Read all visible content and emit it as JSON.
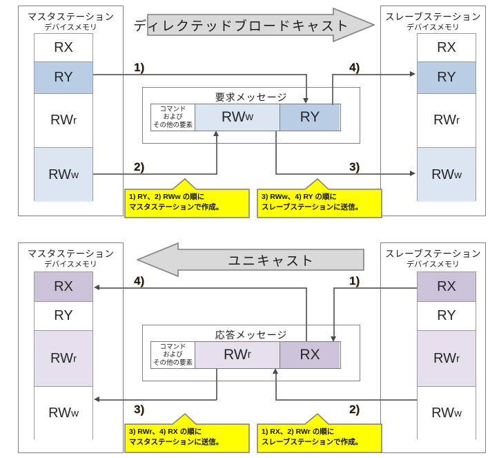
{
  "diagrams": [
    {
      "id": "directed-broadcast",
      "banner": {
        "label": "ディレクテッドブロードキャスト",
        "direction": "right",
        "fill": "#d9d9d9",
        "stroke": "#7f7f7f"
      },
      "master": {
        "title": "マスタステーション",
        "subtitle": "デバイスメモリ",
        "cells": [
          {
            "label": "RX",
            "sub": "",
            "fill": "#ffffff"
          },
          {
            "label": "RY",
            "sub": "",
            "fill": "#b9cde5"
          },
          {
            "label": "RW",
            "sub": "r",
            "fill": "#ffffff"
          },
          {
            "label": "RW",
            "sub": "w",
            "fill": "#dce6f2"
          }
        ]
      },
      "slave": {
        "title": "スレーブステーション",
        "subtitle": "デバイスメモリ",
        "cells": [
          {
            "label": "RX",
            "sub": "",
            "fill": "#ffffff"
          },
          {
            "label": "RY",
            "sub": "",
            "fill": "#b9cde5"
          },
          {
            "label": "RW",
            "sub": "r",
            "fill": "#ffffff"
          },
          {
            "label": "RW",
            "sub": "w",
            "fill": "#dce6f2"
          }
        ]
      },
      "message": {
        "title": "要求メッセージ",
        "segments": [
          {
            "label": "コマンド\nおよび\nその他の要素",
            "lines": [
              "コマンド",
              "および",
              "その他の要素"
            ],
            "sub": "",
            "fill": "#ffffff",
            "kind": "cmd"
          },
          {
            "label": "RW",
            "sub": "w",
            "fill": "#dce6f2",
            "kind": "data"
          },
          {
            "label": "RY",
            "sub": "",
            "fill": "#b9cde5",
            "kind": "data"
          }
        ]
      },
      "steps": [
        "1)",
        "2)",
        "3)",
        "4)"
      ],
      "callouts": [
        {
          "lines": [
            "1) RY、2) RWw の順に",
            "マスタステーションで作成。"
          ],
          "fill": "#ffff00"
        },
        {
          "lines": [
            "3) RWw、4) RY の順に",
            "スレーブステーションに送信。"
          ],
          "fill": "#ffff00"
        }
      ]
    },
    {
      "id": "unicast",
      "banner": {
        "label": "ユニキャスト",
        "direction": "left",
        "fill": "#d9d9d9",
        "stroke": "#7f7f7f"
      },
      "master": {
        "title": "マスタステーション",
        "subtitle": "デバイスメモリ",
        "cells": [
          {
            "label": "RX",
            "sub": "",
            "fill": "#ccc2da"
          },
          {
            "label": "RY",
            "sub": "",
            "fill": "#ffffff"
          },
          {
            "label": "RW",
            "sub": "r",
            "fill": "#e5e0ec"
          },
          {
            "label": "RW",
            "sub": "w",
            "fill": "#ffffff"
          }
        ]
      },
      "slave": {
        "title": "スレーブステーション",
        "subtitle": "デバイスメモリ",
        "cells": [
          {
            "label": "RX",
            "sub": "",
            "fill": "#ccc2da"
          },
          {
            "label": "RY",
            "sub": "",
            "fill": "#ffffff"
          },
          {
            "label": "RW",
            "sub": "r",
            "fill": "#e5e0ec"
          },
          {
            "label": "RW",
            "sub": "w",
            "fill": "#ffffff"
          }
        ]
      },
      "message": {
        "title": "応答メッセージ",
        "segments": [
          {
            "label": "コマンド\nおよび\nその他の要素",
            "lines": [
              "コマンド",
              "および",
              "その他の要素"
            ],
            "sub": "",
            "fill": "#ffffff",
            "kind": "cmd"
          },
          {
            "label": "RW",
            "sub": "r",
            "fill": "#e5e0ec",
            "kind": "data"
          },
          {
            "label": "RX",
            "sub": "",
            "fill": "#ccc2da",
            "kind": "data"
          }
        ]
      },
      "steps": [
        "1)",
        "2)",
        "3)",
        "4)"
      ],
      "callouts": [
        {
          "lines": [
            "3) RWr、4) RX の順に",
            "マスタステーションに送信。"
          ],
          "fill": "#ffff00"
        },
        {
          "lines": [
            "1) RX、2) RWr の順に",
            "スレーブステーションで作成。"
          ],
          "fill": "#ffff00"
        }
      ]
    }
  ],
  "colors": {
    "line": "#6e6e6e",
    "box_border": "#808080",
    "callout_fill": "#ffff00",
    "banner_fill": "#d9d9d9",
    "blue_dark": "#b9cde5",
    "blue_light": "#dce6f2",
    "purple_dark": "#ccc2da",
    "purple_light": "#e5e0ec"
  }
}
